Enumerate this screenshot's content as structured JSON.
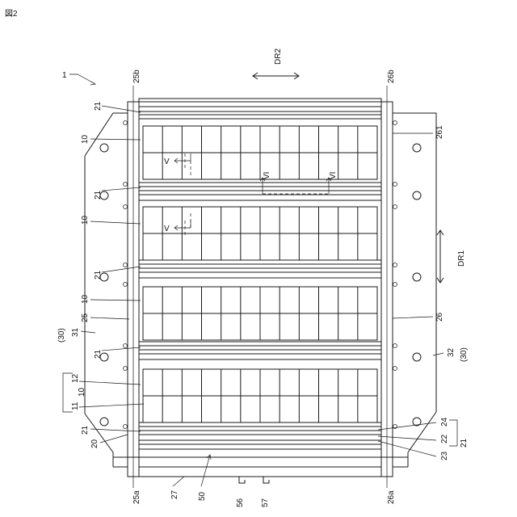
{
  "figure": {
    "title": "図2",
    "assembly_ref": "1",
    "direction_labels": {
      "dr1": "DR1",
      "dr2": "DR2"
    },
    "section_labels": {
      "v": "V",
      "vi": "VI"
    },
    "left_labels": {
      "ref_10": "10",
      "ref_21": "21",
      "ref_25": "25",
      "ref_31": "31",
      "ref_30": "(30)",
      "ref_12": "12",
      "ref_11": "11",
      "ref_20": "20",
      "ref_25b": "25b",
      "ref_25a": "25a"
    },
    "right_labels": {
      "ref_26b": "26b",
      "ref_261": "261",
      "ref_26": "26",
      "ref_32": "32",
      "ref_30": "(30)",
      "ref_24": "24",
      "ref_22": "22",
      "ref_21": "21",
      "ref_23": "23",
      "ref_26a": "26a"
    },
    "bottom_labels": {
      "ref_27": "27",
      "ref_50": "50",
      "ref_56": "56",
      "ref_57": "57"
    },
    "module_count": 4,
    "cell_columns": 12,
    "cell_rows": 2
  }
}
